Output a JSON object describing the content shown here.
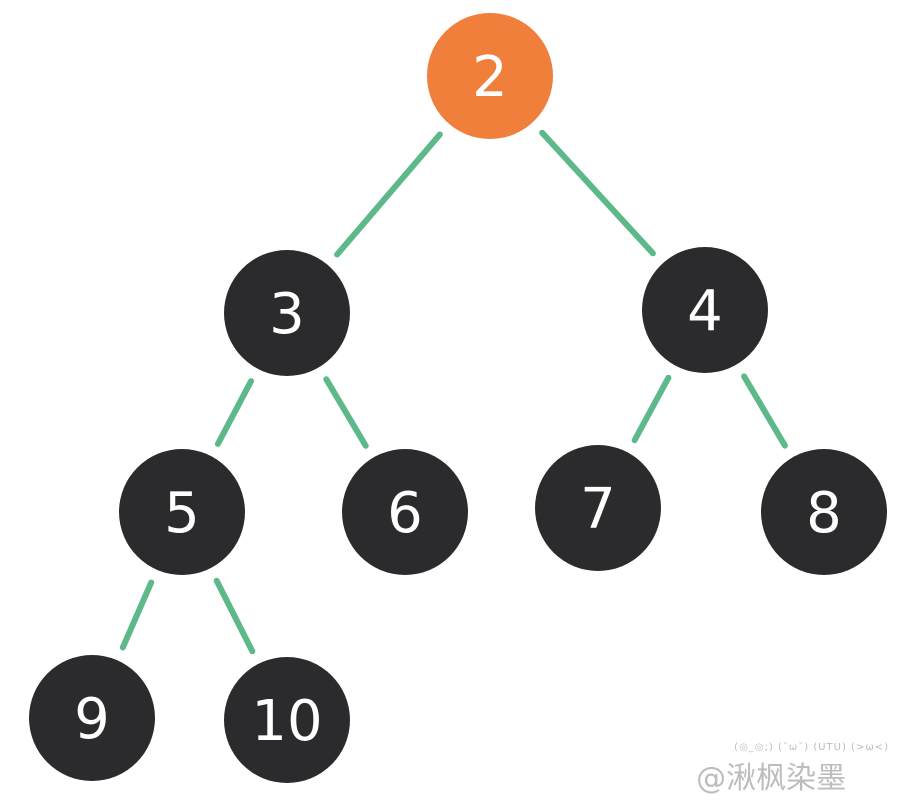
{
  "tree": {
    "nodes": [
      {
        "id": "2",
        "label": "2",
        "root": true
      },
      {
        "id": "3",
        "label": "3"
      },
      {
        "id": "4",
        "label": "4"
      },
      {
        "id": "5",
        "label": "5"
      },
      {
        "id": "6",
        "label": "6"
      },
      {
        "id": "7",
        "label": "7"
      },
      {
        "id": "8",
        "label": "8"
      },
      {
        "id": "9",
        "label": "9"
      },
      {
        "id": "10",
        "label": "10"
      }
    ],
    "edges": [
      [
        "2",
        "3"
      ],
      [
        "2",
        "4"
      ],
      [
        "3",
        "5"
      ],
      [
        "3",
        "6"
      ],
      [
        "4",
        "7"
      ],
      [
        "4",
        "8"
      ],
      [
        "5",
        "9"
      ],
      [
        "5",
        "10"
      ]
    ]
  },
  "colors": {
    "root": "#F07F3C",
    "node": "#2B2B2D",
    "edge": "#5DB98A",
    "text": "#FFFFFF"
  },
  "watermark": {
    "kaomoji": "(◎_◎;) (˘ω˘) (UTU) (>ω<)",
    "name": "@湫枫染墨"
  }
}
